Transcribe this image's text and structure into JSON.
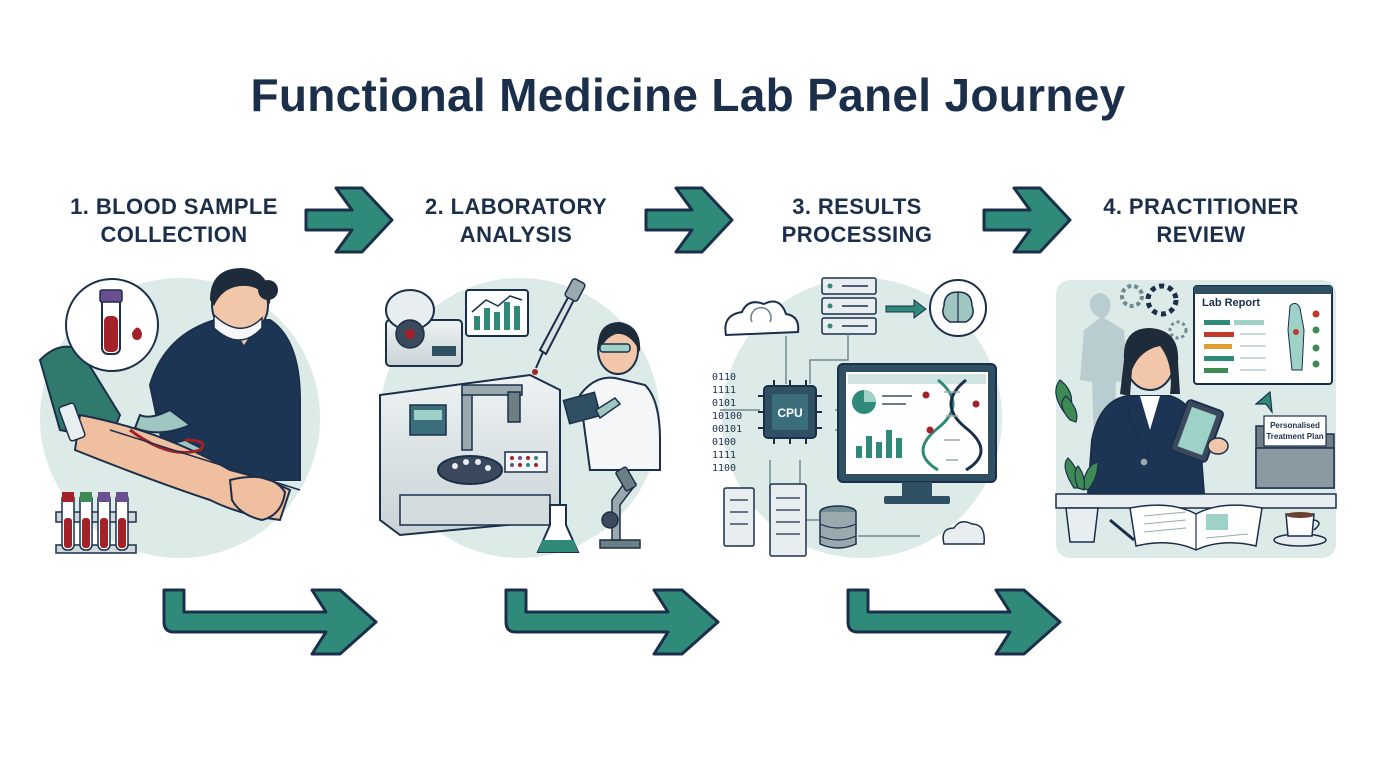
{
  "title": "Functional Medicine Lab Panel Journey",
  "steps": [
    {
      "line1": "1. BLOOD SAMPLE",
      "line2": "COLLECTION"
    },
    {
      "line1": "2. LABORATORY",
      "line2": "ANALYSIS"
    },
    {
      "line1": "3. RESULTS",
      "line2": "PROCESSING"
    },
    {
      "line1": "4. PRACTITIONER",
      "line2": "REVIEW"
    }
  ],
  "illustration_text": {
    "cpu": "CPU",
    "lab_report": "Lab Report",
    "treatment_plan_line1": "Personalised",
    "treatment_plan_line2": "Treatment Plan",
    "binary": [
      "0110",
      "1111",
      "0101",
      "10100",
      "00101",
      "0100",
      "1111",
      "1100"
    ]
  },
  "colors": {
    "navy": "#1b2f4b",
    "teal": "#2f8a7a",
    "pale_teal": "#dcebe8",
    "blood": "#a3222a"
  }
}
